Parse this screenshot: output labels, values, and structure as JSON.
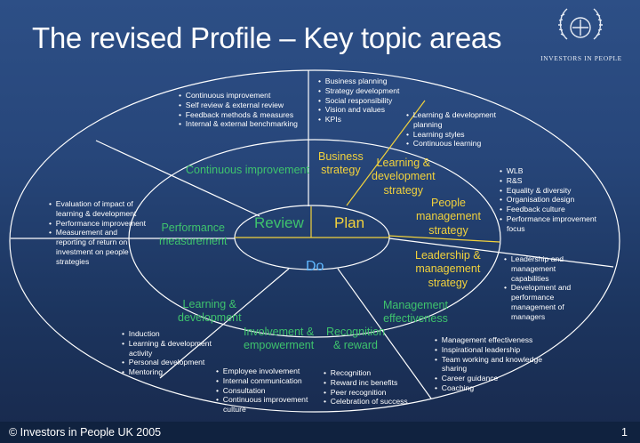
{
  "title": "The revised Profile – Key topic areas",
  "logo": {
    "text": "INVESTORS IN PEOPLE"
  },
  "center": {
    "review": "Review",
    "plan": "Plan",
    "do": "Do"
  },
  "inner_labels": {
    "business_strategy": "Business\nstrategy",
    "continuous_improvement": "Continuous improvement",
    "learning_development_plan": "Learning &\ndevelopment\nstrategy",
    "people_management_strategy": "People\nmanagement\nstrategy",
    "performance_measurement": "Performance\nmeasurement",
    "leadership_management_strategy": "Leadership &\nmanagement\nstrategy",
    "learning_development": "Learning &\ndevelopment",
    "involvement_empowerment": "Involvement &\nempowerment",
    "recognition_reward": "Recognition\n& reward",
    "management_effectiveness": "Management\neffectiveness"
  },
  "outer_lists": {
    "business_strategy": [
      "Business planning",
      "Strategy development",
      "Social responsibility",
      "Vision and values",
      "KPIs"
    ],
    "continuous_improvement": [
      "Continuous improvement",
      "Self review & external review",
      "Feedback methods & measures",
      "Internal & external benchmarking"
    ],
    "learning_development_strategy": [
      "Learning & development planning",
      "Learning styles",
      "Continuous learning"
    ],
    "people_management_strategy": [
      "WLB",
      "R&S",
      "Equality & diversity",
      "Organisation design",
      "Feedback culture",
      "Performance improvement focus"
    ],
    "performance_measurement": [
      "Evaluation of impact of learning & development",
      "Performance improvement",
      "Measurement and reporting of return on investment on people strategies"
    ],
    "leadership_management_strategy": [
      "Leadership and management capabilities",
      "Development and performance management of managers"
    ],
    "learning_development": [
      "Induction",
      "Learning & development activity",
      "Personal development",
      "Mentoring"
    ],
    "involvement_empowerment": [
      "Employee involvement",
      "Internal communication",
      "Consultation",
      "Continuous improvement culture"
    ],
    "recognition_reward": [
      "Recognition",
      "Reward inc benefits",
      "Peer recognition",
      "Celebration of success"
    ],
    "management_effectiveness": [
      "Management effectiveness",
      "Inspirational leadership",
      "Team working and knowledge sharing",
      "Career guidance",
      "Coaching"
    ]
  },
  "footer": {
    "copyright": "© Investors in People UK 2005",
    "page": "1"
  },
  "colors": {
    "accent_yellow": "#f2d23c",
    "accent_green": "#3ec36d",
    "background": "#27467a"
  }
}
